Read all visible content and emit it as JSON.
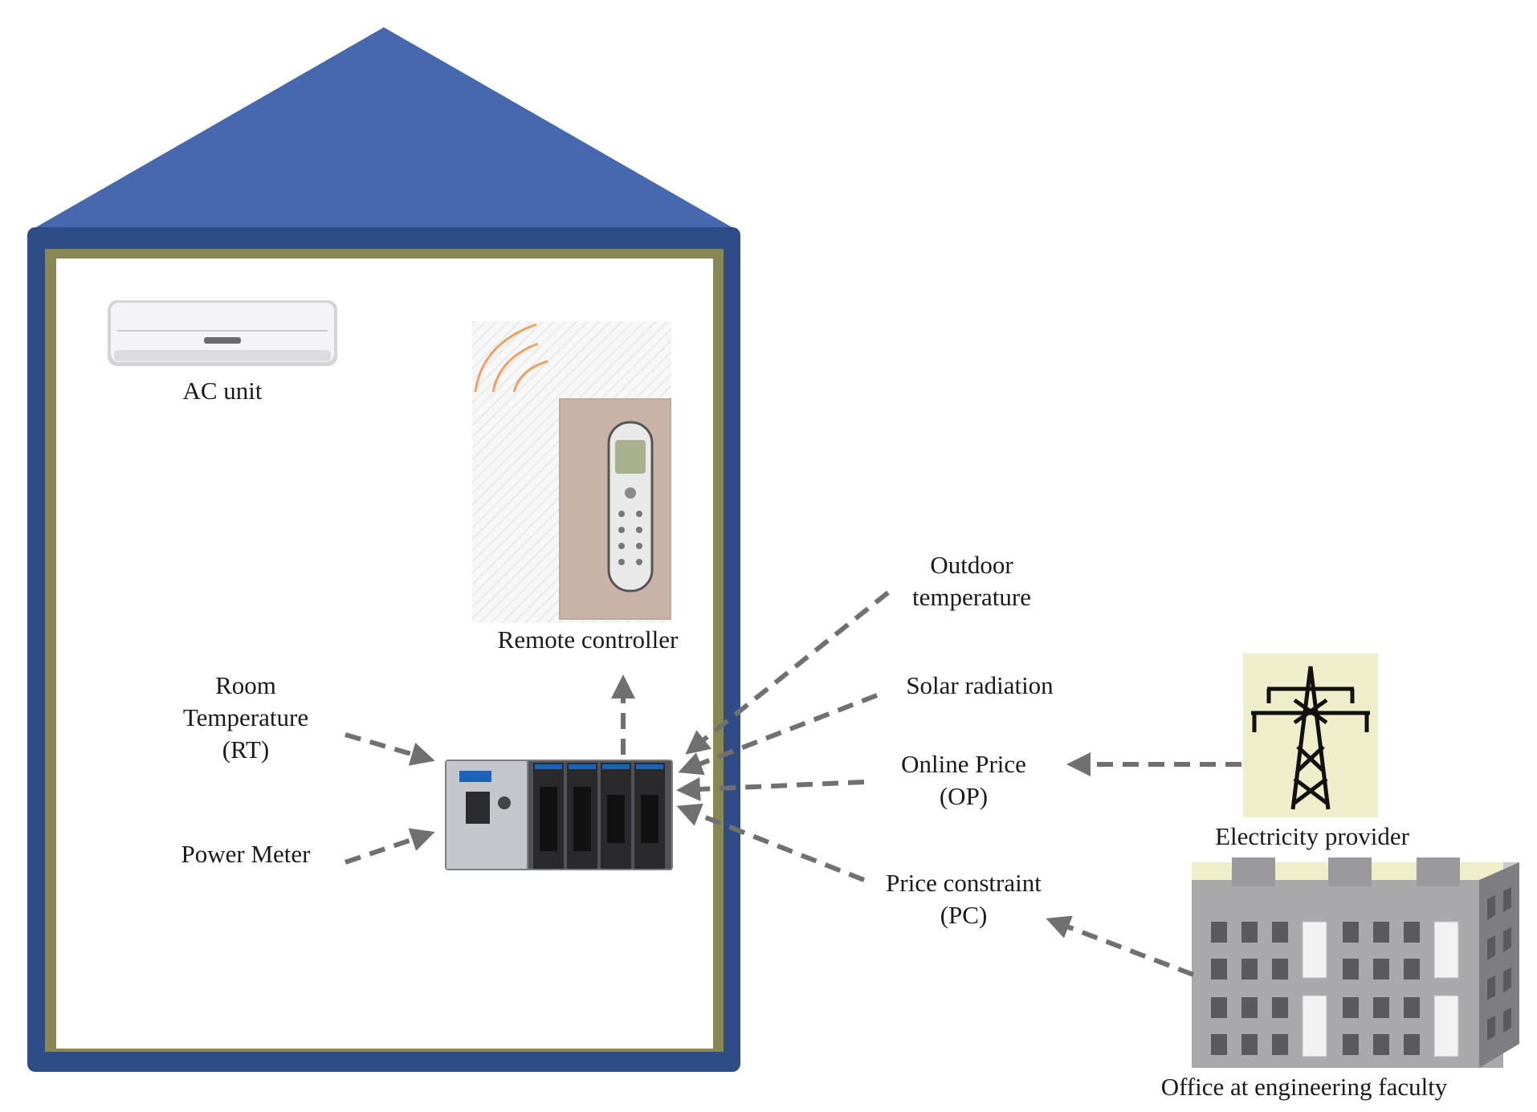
{
  "labels": {
    "ac_unit": "AC unit",
    "remote_controller": "Remote controller",
    "room_temperature": [
      "Room",
      "Temperature",
      "(RT)"
    ],
    "power_meter": "Power Meter",
    "outdoor_temperature": [
      "Outdoor",
      "temperature"
    ],
    "solar_radiation": "Solar radiation",
    "online_price": [
      "Online Price",
      "(OP)"
    ],
    "price_constraint": [
      "Price constraint",
      "(PC)"
    ],
    "electricity_provider": "Electricity provider",
    "office": "Office at engineering faculty"
  },
  "icons": [
    "house-outline",
    "ac-unit-icon",
    "remote-controller-icon",
    "controller-chassis-icon",
    "transmission-tower-icon",
    "office-building-icon"
  ],
  "colors": {
    "roof": "#4668ae",
    "wall": "#2e4d86",
    "inner_trim": "#8a8756",
    "arrow": "#707070",
    "tower_bg": "#eeeecb",
    "building": "#a9a9ab",
    "building_dark": "#7e7e82",
    "window": "#5a5a5e",
    "signal": "#f0a060"
  }
}
